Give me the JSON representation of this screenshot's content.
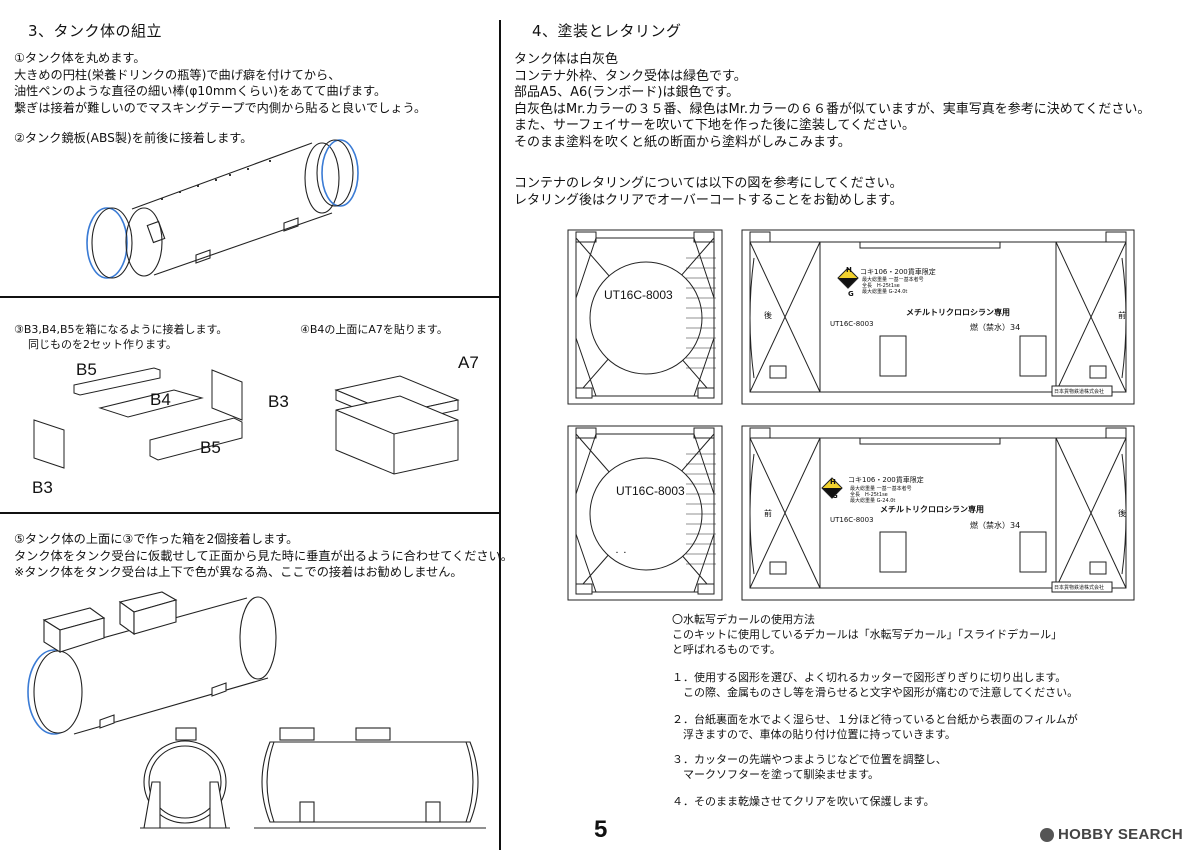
{
  "section3": {
    "title": "3、タンク体の組立",
    "step1": [
      "①タンク体を丸めます。",
      "大きめの円柱(栄養ドリンクの瓶等)で曲げ癖を付けてから、",
      "油性ペンのような直径の細い棒(φ10mmくらい)をあてて曲げます。",
      "繋ぎは接着が難しいのでマスキングテープで内側から貼ると良いでしょう。"
    ],
    "step2": "②タンク鏡板(ABS製)を前後に接着します。",
    "step3": [
      "③B3,B4,B5を箱になるように接着します。",
      "同じものを2セット作ります。"
    ],
    "step4": "④B4の上面にA7を貼ります。",
    "parts": {
      "b5_top": "B5",
      "b4": "B4",
      "b3_right": "B3",
      "b5_bottom": "B5",
      "b3_left": "B3",
      "a7": "A7"
    },
    "step5": [
      "⑤タンク体の上面に③で作った箱を2個接着します。",
      "タンク体をタンク受台に仮載せして正面から見た時に垂直が出るように合わせてください。",
      "※タンク体をタンク受台は上下で色が異なる為、ここでの接着はお勧めしません。"
    ]
  },
  "section4": {
    "title": "4、塗装とレタリング",
    "paint": [
      "タンク体は白灰色",
      "コンテナ外枠、タンク受体は緑色です。",
      "部品A5、A6(ランボード)は銀色です。",
      "白灰色はMr.カラーの３５番、緑色はMr.カラーの６６番が似ていますが、実車写真を参考に決めてください。",
      "また、サーフェイサーを吹いて下地を作った後に塗装してください。",
      "そのまま塗料を吹くと紙の断面から塗料がしみこみます。"
    ],
    "lettering": [
      "コンテナのレタリングについては以下の図を参考にしてください。",
      "レタリング後はクリアでオーバーコートすることをお勧めします。"
    ],
    "container": {
      "code": "UT16C-8003",
      "hg": [
        "H",
        "G"
      ],
      "wagon": "コキ106・200貨車限定",
      "specs": [
        "最大総重量 一基ー基本者号",
        "全長　H-25t1se",
        "最大総重量 G-24.0t"
      ],
      "cargo": "メチルトリクロロシラン専用",
      "id_small": "UT16C-8003",
      "flammable": "燃（禁水）34",
      "owner": "日本貨物鉄道株式会社",
      "mark_back": "後",
      "mark_front": "前",
      "dots": "・ ・"
    },
    "decal": {
      "title": "〇水転写デカールの使用方法",
      "intro": [
        "このキットに使用しているデカールは「水転写デカール」「スライドデカール」",
        "と呼ばれるものです。"
      ],
      "steps": [
        [
          "１．使用する図形を選び、よく切れるカッターで図形ぎりぎりに切り出します。",
          "　この際、金属ものさし等を滑らせると文字や図形が痛むので注意してください。"
        ],
        [
          "２．台紙裏面を水でよく湿らせ、１分ほど待っていると台紙から表面のフィルムが",
          "　浮きますので、車体の貼り付け位置に持っていきます。"
        ],
        [
          "３．カッターの先端やつまようじなどで位置を調整し、",
          "　マークソフターを塗って馴染ませます。"
        ],
        [
          "４．そのまま乾燥させてクリアを吹いて保護します。"
        ]
      ]
    }
  },
  "page_number": "5",
  "watermark": "HOBBY SEARCH"
}
